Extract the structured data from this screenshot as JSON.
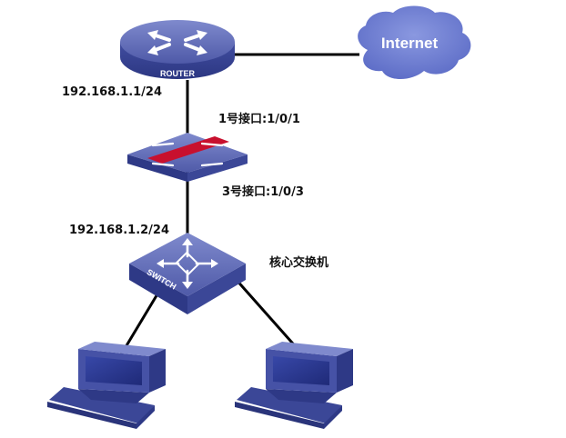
{
  "nodes": {
    "router": {
      "label": "ROUTER"
    },
    "switch": {
      "label": "SWITCH"
    },
    "internet": {
      "label": "Internet"
    }
  },
  "labels": {
    "router_ip": "192.168.1.1/24",
    "firewall_port_top": "1号接口:1/0/1",
    "firewall_port_bottom": "3号接口:1/0/3",
    "switch_ip": "192.168.1.2/24",
    "core_switch": "核心交换机"
  },
  "colors": {
    "device_top": "#5a66b4",
    "device_side": "#3a4593",
    "device_dark": "#2a347a",
    "firewall_band": "#c8102e",
    "cloud": "#6f7fd2",
    "link": "#000000"
  }
}
